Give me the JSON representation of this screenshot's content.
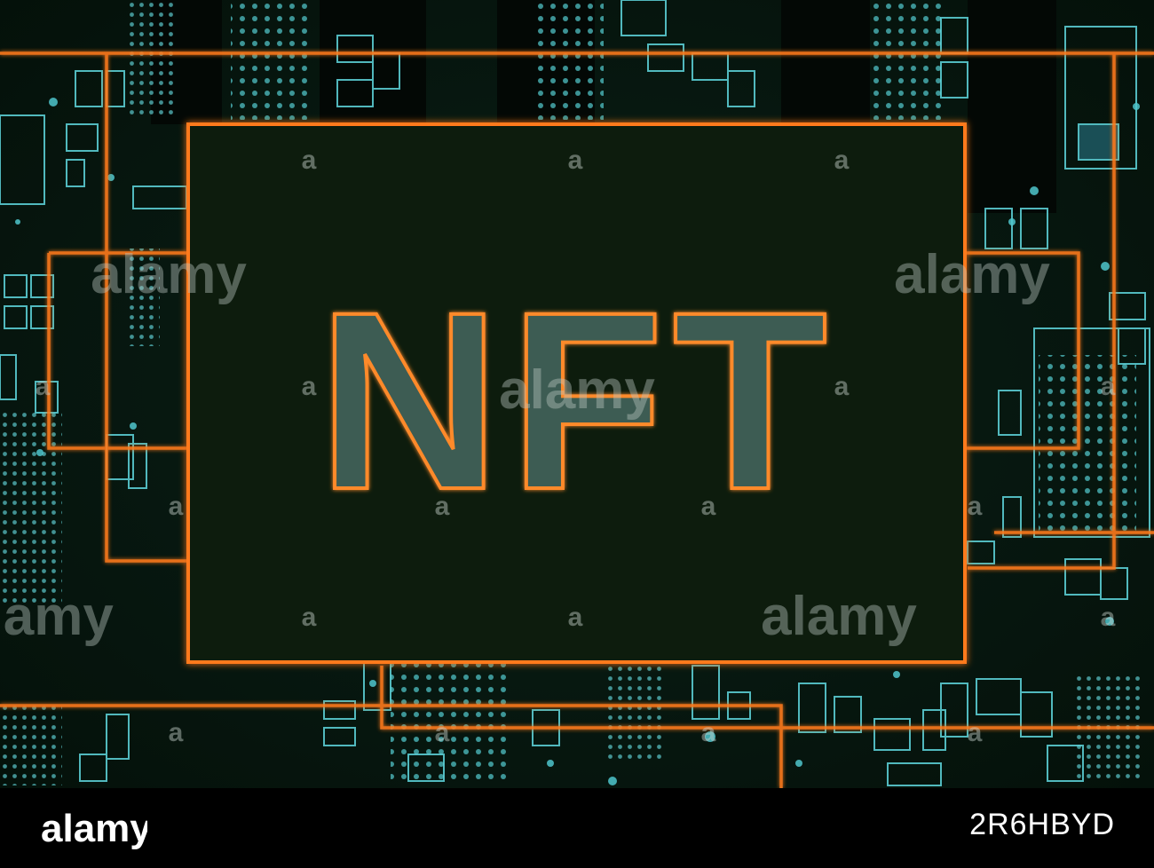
{
  "main_text": "NFT",
  "watermark": "alamy",
  "footer": {
    "logo_text": "a",
    "image_id": "2R6HBYD"
  },
  "colors": {
    "background": "#061510",
    "panel_fill": "#0b1a07",
    "orange_glow": "#ff7a1a",
    "circuit_cyan": "#5fd6dd",
    "letter_fill": "#3d5c52"
  }
}
